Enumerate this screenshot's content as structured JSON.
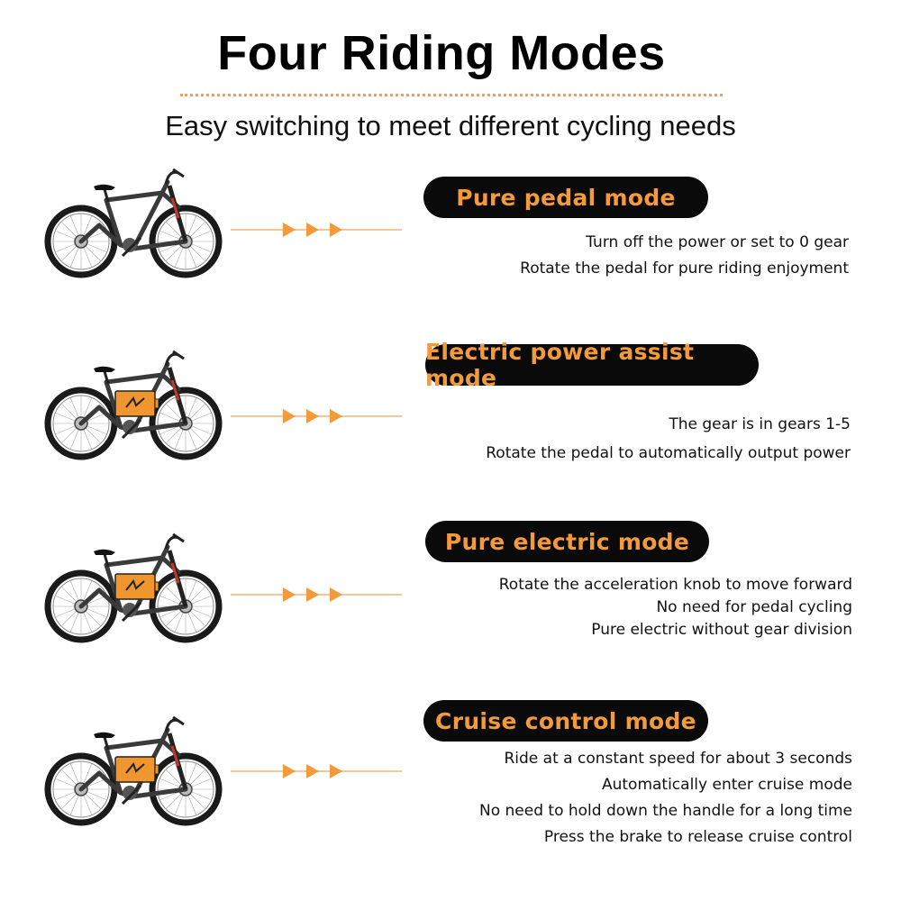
{
  "header": {
    "title": "Four Riding Modes",
    "subtitle": "Easy switching to meet different cycling needs"
  },
  "colors": {
    "accent": "#f39a3c",
    "pill_bg": "#0a0a0a",
    "battery": "#f0962e",
    "frame": "#5a5a5a"
  },
  "modes": [
    {
      "name": "Pure pedal mode",
      "battery_icon": false,
      "lines": [
        "Turn off the power or set to 0 gear",
        "Rotate the pedal for pure riding enjoyment"
      ]
    },
    {
      "name": "Electric power assist mode",
      "battery_icon": true,
      "lines": [
        "The gear is in gears 1-5",
        "Rotate the pedal to automatically output power"
      ]
    },
    {
      "name": "Pure electric mode",
      "battery_icon": true,
      "lines": [
        "Rotate the acceleration knob to move forward",
        "No need for pedal cycling",
        "Pure electric without gear division"
      ]
    },
    {
      "name": "Cruise control mode",
      "battery_icon": true,
      "lines": [
        "Ride at a constant speed for about 3 seconds",
        "Automatically enter cruise mode",
        "No need to hold down the handle for a long time",
        "Press the brake to release cruise control"
      ]
    }
  ]
}
